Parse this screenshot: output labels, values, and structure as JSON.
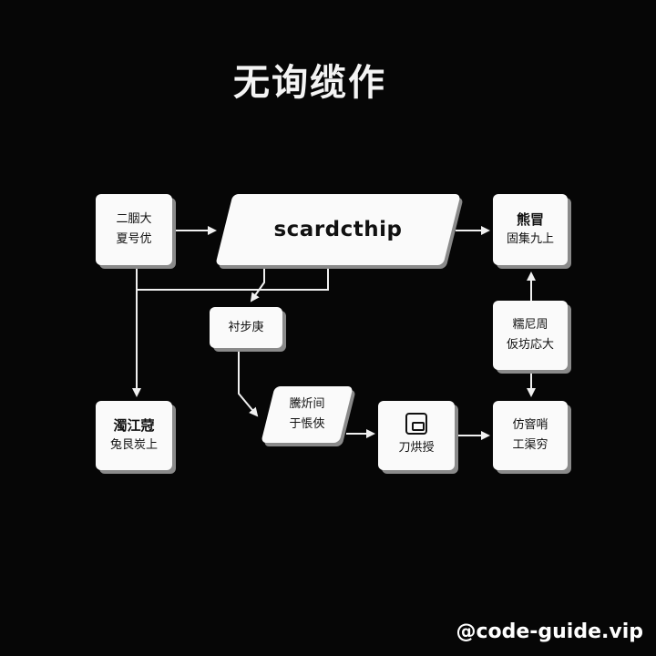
{
  "title": "无询缆作",
  "nodes": {
    "top_left": {
      "line1": "二胭大",
      "line2": "夏号优"
    },
    "center": {
      "label": "scardcthip"
    },
    "top_right": {
      "line1": "熊冒",
      "line2": "固集九上"
    },
    "mid_small": {
      "label": "衬步庚"
    },
    "right_mid": {
      "line1": "糯尼周",
      "line2": "仮坊応大"
    },
    "bottom_left": {
      "line1": "濁江蒄",
      "line2": "兔艮炭上"
    },
    "slant_small": {
      "line1": "騰炘间",
      "line2": "于悵俠"
    },
    "doc": {
      "label": "刀烘授",
      "icon": "document-icon"
    },
    "bottom_right": {
      "line1": "仿窨哨",
      "line2": "工渠穷"
    }
  },
  "watermark": "@code-guide.vip"
}
